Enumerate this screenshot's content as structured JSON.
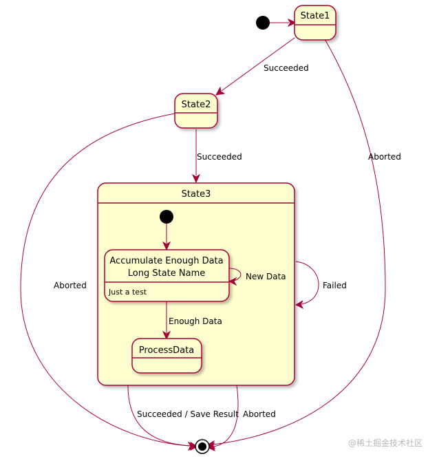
{
  "diagram": {
    "states": {
      "state1": "State1",
      "state2": "State2",
      "state3": "State3",
      "accumulate_line1": "Accumulate Enough Data",
      "accumulate_line2": "Long State Name",
      "accumulate_desc": "Just a test",
      "process_data": "ProcessData"
    },
    "transitions": {
      "s1_to_s2": "Succeeded",
      "s1_to_end": "Aborted",
      "s2_to_s3": "Succeeded",
      "s2_to_end": "Aborted",
      "s3_self": "Failed",
      "accumulate_self": "New Data",
      "accumulate_to_process": "Enough Data",
      "s3_to_end_success": "Succeeded / Save Result",
      "s3_to_end_abort": "Aborted"
    },
    "colors": {
      "state_fill": "#FEFECE",
      "border": "#A80036",
      "node": "#000000"
    }
  },
  "watermark": "@稀土掘金技术社区"
}
